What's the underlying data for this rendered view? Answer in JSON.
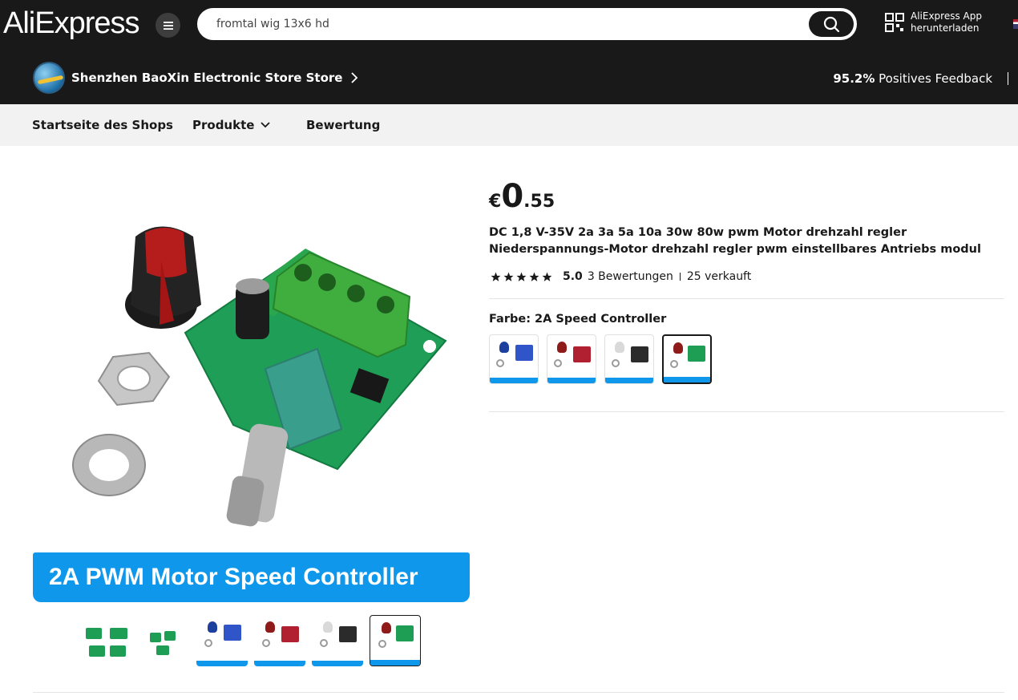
{
  "header": {
    "logo": "AliExpress",
    "search_value": "fromtal wig 13x6 hd",
    "app_line1": "AliExpress App",
    "app_line2": "herunterladen"
  },
  "store": {
    "name": "Shenzhen BaoXin Electronic Store Store",
    "feedback_pct": "95.2%",
    "feedback_label": " Positives Feedback"
  },
  "nav": {
    "items": [
      "Startseite des Shops",
      "Produkte",
      "Bewertung"
    ]
  },
  "gallery": {
    "banner_text": "2A PWM Motor Speed Controller",
    "thumb_count": 6,
    "active_thumb": 5
  },
  "product": {
    "currency": "€",
    "price_int": "0",
    "price_dec": ".55",
    "title": "DC 1,8 V-35V 2a 3a 5a 10a 30w 80w pwm Motor drehzahl regler Niederspannungs-Motor drehzahl regler pwm einstellbares Antriebs modul",
    "rating": "5.0",
    "reviews": "3 Bewertungen",
    "sold": "25 verkauft",
    "color_label": "Farbe: 2A Speed Controller",
    "swatch_count": 4,
    "active_swatch": 3
  },
  "colors": {
    "header_bg": "#191919",
    "nav_bg": "#f2f2f2",
    "banner_blue": "#0f97ec",
    "pcb_green": "#1e9e55",
    "terminal_green": "#3fae3f",
    "knob_red": "#b01818"
  }
}
